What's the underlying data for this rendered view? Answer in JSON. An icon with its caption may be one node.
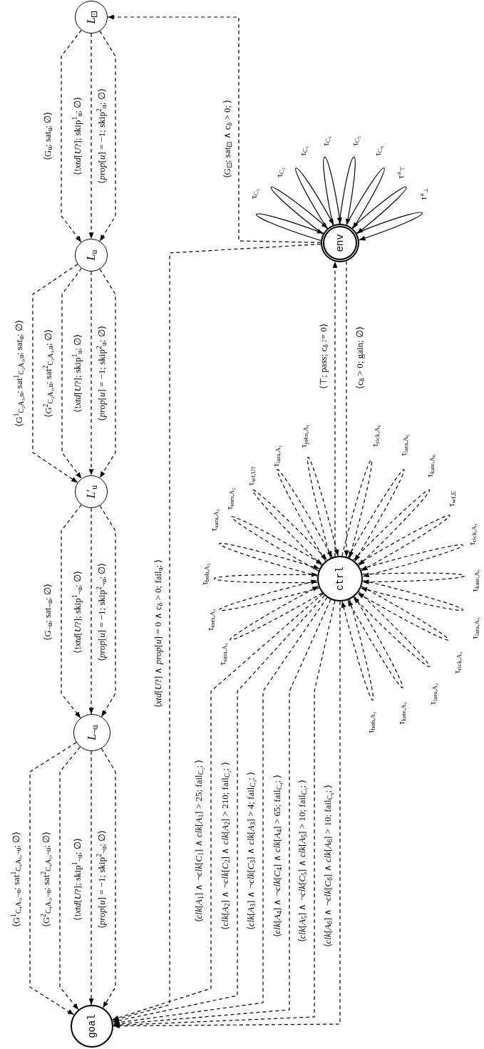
{
  "diagram": {
    "nodes": [
      {
        "text": [
          "*L*$_{⊡}$"
        ]
      },
      {
        "text": [
          "*L*$_{u}$"
        ]
      },
      {
        "text": [
          "*L*′$_{u}$"
        ]
      },
      {
        "text": [
          "*L*$_{¬u}$"
        ]
      },
      {
        "text": [
          "goal"
        ]
      },
      {
        "text": [
          "env"
        ]
      },
      {
        "text": [
          "ctrl"
        ]
      }
    ],
    "edges": [
      {
        "from": 0,
        "to": 1,
        "arrow": "to",
        "style": "dashed",
        "label": "⟨G$_{u}$; sat$_{u}$; ∅⟩"
      },
      {
        "from": 0,
        "to": 1,
        "arrow": "to",
        "style": "dashed",
        "label": "⟨!*xtd*[*U*?]; skip$^{1}$$_{u}$; ∅⟩"
      },
      {
        "from": 0,
        "to": 1,
        "arrow": "to",
        "style": "dashed",
        "label": "⟨*prop*[*u*] = −1; skip$^{2}$$_{u}$; ∅⟩"
      },
      {
        "from": 1,
        "to": 2,
        "arrow": "to",
        "style": "dashed",
        "label": "⟨G$^{1}$$_{C₂A₃,u}$; sat$^{1}$$_{C₂A₃,u}$; sat$_{u}$; ∅⟩"
      },
      {
        "from": 1,
        "to": 2,
        "arrow": "to",
        "style": "dashed",
        "label": "⟨G$^{2}$$_{C₂A₃,u}$; sat$^{2}$$_{C₂A₃,u}$; ∅⟩"
      },
      {
        "from": 1,
        "to": 2,
        "arrow": "to",
        "style": "dashed",
        "label": "⟨!*xtd*[*U*?]; skip$^{1}$$_{u}$; ∅⟩"
      },
      {
        "from": 1,
        "to": 2,
        "arrow": "to",
        "style": "dashed",
        "label": "⟨*prop*[*u*] = −1; skip$^{2}$$_{u}$; ∅⟩"
      },
      {
        "from": 2,
        "to": 3,
        "arrow": "to",
        "style": "dashed",
        "label": "⟨G$_{¬u}$; sat$_{¬u}$; ∅⟩"
      },
      {
        "from": 2,
        "to": 3,
        "arrow": "to",
        "style": "dashed",
        "label": "⟨!*xtd*[*U*?]; skip$^{1}$$_{¬u}$; ∅⟩"
      },
      {
        "from": 2,
        "to": 3,
        "arrow": "to",
        "style": "dashed",
        "label": "⟨*prop*[*u*] = −1; skip$^{2}$$_{¬u}$; ∅⟩"
      },
      {
        "from": 3,
        "to": 4,
        "arrow": "to",
        "style": "dashed",
        "label": "⟨G$^{1}$$_{C₄A₅,¬u}$; sat$^{1}$$_{C₄A₅,¬u}$; ∅⟩"
      },
      {
        "from": 3,
        "to": 4,
        "arrow": "to",
        "style": "dashed",
        "label": "⟨G$^{2}$$_{C₄A₅,¬u}$; sat$^{2}$$_{C₄A₅,¬u}$; ∅⟩"
      },
      {
        "from": 3,
        "to": 4,
        "arrow": "to",
        "style": "dashed",
        "label": "⟨!*xtd*[*U*?]; skip$^{1}$$_{¬u}$; ∅⟩"
      },
      {
        "from": 3,
        "to": 4,
        "arrow": "to",
        "style": "dashed",
        "label": "⟨*prop*[*u*] = −1; skip$^{2}$$_{¬u}$; ∅⟩"
      },
      {
        "from": 5,
        "to": 0,
        "arrow": "to",
        "style": "dashed",
        "label": "⟨G$_{⊡}$; sat$_{⊡}$ ∧ c$_{δ}$ > 0; ⟩"
      },
      {
        "from": 5,
        "to": 4,
        "arrow": "to",
        "style": "dashed",
        "label": "⟨*xtd*[*U*?] ∧ *prop*[*u*] = 0 ∧ c$_{δ}$ > 0; fail$_{u}$; ⟩"
      },
      {
        "from": 6,
        "to": 5,
        "arrow": "to",
        "style": "dashed",
        "label": "⟨⊤; pass; c$_{δ}$ := 0⟩"
      },
      {
        "from": 5,
        "to": 6,
        "arrow": "to",
        "style": "dashed",
        "label": "⟨c$_{δ}$ > 0; gain; ∅⟩"
      },
      {
        "from": 6,
        "to": 4,
        "arrow": "to",
        "style": "dashed",
        "label": "⟨*clk*[*A*$_{1}$] ∧ ¬*clk*[*C*$_{1}$] ∧ *clk*[*A*$_{1}$] > 25; fail$_{C₁}$; ⟩"
      },
      {
        "from": 6,
        "to": 4,
        "arrow": "to",
        "style": "dashed",
        "label": "⟨*clk*[*A*$_{2}$] ∧ ¬*clk*[*C*$_{2}$] ∧ *clk*[*A*$_{2}$] > 210; fail$_{C₂}$; ⟩"
      },
      {
        "from": 6,
        "to": 4,
        "arrow": "to",
        "style": "dashed",
        "label": "⟨*clk*[*A*$_{3}$] ∧ ¬*clk*[*C*$_{3}$] ∧ *clk*[*A*$_{3}$] > 4; fail$_{C₃}$; ⟩"
      },
      {
        "from": 6,
        "to": 4,
        "arrow": "to",
        "style": "dashed",
        "label": "⟨*clk*[*A*$_{4}$] ∧ ¬*clk*[*C*$_{4}$] ∧ *clk*[*A*$_{4}$] > 65; fail$_{C₄}$; ⟩"
      },
      {
        "from": 6,
        "to": 4,
        "arrow": "to",
        "style": "dashed",
        "label": "⟨*clk*[*A*$_{5}$] ∧ ¬*clk*[*C*$_{5}$] ∧ *clk*[*A*$_{5}$] > 10; fail$_{C₅}$; ⟩"
      },
      {
        "from": 6,
        "to": 4,
        "arrow": "to",
        "style": "dashed",
        "label": "⟨*clk*[*A*$_{6}$] ∧ ¬*clk*[*C*$_{6}$] ∧ *clk*[*A*$_{6}$] > 10; fail$_{C₆}$; ⟩"
      },
      {
        "from": 5,
        "to": 5,
        "arrow": "to",
        "label": "τ$_{C₁}$"
      },
      {
        "from": 5,
        "to": 5,
        "arrow": "to",
        "label": "τ$_{C₂}$"
      },
      {
        "from": 5,
        "to": 5,
        "arrow": "to",
        "label": "τ$_{C₃}$"
      },
      {
        "from": 5,
        "to": 5,
        "arrow": "to",
        "label": "τ$_{C₄}$"
      },
      {
        "from": 5,
        "to": 5,
        "arrow": "to",
        "label": "τ$_{C₅}$"
      },
      {
        "from": 5,
        "to": 5,
        "arrow": "to",
        "label": "τ$_{C₆}$"
      },
      {
        "from": 5,
        "to": 5,
        "arrow": "to",
        "label": "τ$^{u}$$_{⊤}$"
      },
      {
        "from": 5,
        "to": 5,
        "arrow": "to",
        "label": "τ$^{u}$$_{⊥}$"
      },
      {
        "from": 6,
        "to": 6,
        "arrow": "to",
        "style": "dashed",
        "label": "τ$_{sara,A₃}$"
      },
      {
        "from": 6,
        "to": 6,
        "arrow": "to",
        "style": "dashed",
        "label": "τ$_{tom,A₃}$"
      },
      {
        "from": 6,
        "to": 6,
        "arrow": "to",
        "style": "dashed",
        "label": "τ$_{bob,A₂}$"
      },
      {
        "from": 6,
        "to": 6,
        "arrow": "to",
        "style": "dashed",
        "label": "τ$_{sara,A₂}$"
      },
      {
        "from": 6,
        "to": 6,
        "arrow": "to",
        "style": "dashed",
        "label": "τ$_{tom,A₂}$"
      },
      {
        "from": 6,
        "to": 6,
        "arrow": "to",
        "style": "dashed",
        "label": "τ$_{wf,U?}$"
      },
      {
        "from": 6,
        "to": 6,
        "arrow": "to",
        "style": "dashed",
        "label": "τ$_{lara,A₁}$"
      },
      {
        "from": 6,
        "to": 6,
        "arrow": "to",
        "style": "dashed",
        "label": "τ$_{john,A₁}$"
      },
      {
        "from": 6,
        "to": 6,
        "arrow": "to",
        "style": "dashed",
        "label": "τ$_{rick,A₆}$"
      },
      {
        "from": 6,
        "to": 6,
        "arrow": "to",
        "style": "dashed",
        "label": "τ$_{lara,A₆}$"
      },
      {
        "from": 6,
        "to": 6,
        "arrow": "to",
        "style": "dashed",
        "label": "τ$_{kate,A₆}$"
      },
      {
        "from": 6,
        "to": 6,
        "arrow": "to",
        "style": "dashed",
        "label": "τ$_{wf,E}$"
      },
      {
        "from": 6,
        "to": 6,
        "arrow": "to",
        "style": "dashed",
        "label": "τ$_{rick,A₅}$"
      },
      {
        "from": 6,
        "to": 6,
        "arrow": "to",
        "style": "dashed",
        "label": "τ$_{kate,A₅}$"
      },
      {
        "from": 6,
        "to": 6,
        "arrow": "to",
        "style": "dashed",
        "label": "τ$_{lara,A₅}$"
      },
      {
        "from": 6,
        "to": 6,
        "arrow": "to",
        "style": "dashed",
        "label": "τ$_{rick,A₄}$"
      },
      {
        "from": 6,
        "to": 6,
        "arrow": "to",
        "style": "dashed",
        "label": "τ$_{lara,A₄}$"
      },
      {
        "from": 6,
        "to": 6,
        "arrow": "to",
        "style": "dashed",
        "label": "τ$_{kate,A₄}$"
      },
      {
        "from": 6,
        "to": 6,
        "arrow": "to",
        "style": "dashed",
        "label": "τ$_{bob,A₃}$"
      }
    ]
  }
}
